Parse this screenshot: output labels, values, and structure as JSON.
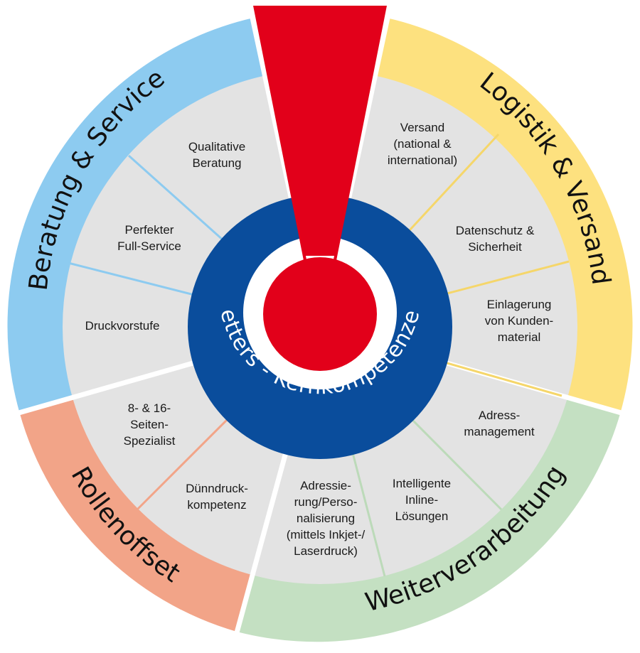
{
  "diagram": {
    "center_title": "Vetters - Kernkompetenzen",
    "colors": {
      "blue": "#8dcbf0",
      "yellow": "#fde17f",
      "green": "#c4e0c2",
      "salmon": "#f2a488",
      "grey": "#e3e3e3",
      "navy": "#0a4d9c",
      "red": "#e2001a"
    },
    "groups": [
      {
        "key": "beratung",
        "title": "Beratung & Service",
        "color": "#8dcbf0",
        "line": "#8dcbf0"
      },
      {
        "key": "logistik",
        "title": "Logistik & Versand",
        "color": "#fde17f",
        "line": "#f5d66a"
      },
      {
        "key": "weiterverarbeitung",
        "title": "Weiterverarbeitung",
        "color": "#c4e0c2",
        "line": "#bcdab9"
      },
      {
        "key": "rollenoffset",
        "title": "Rollenoffset",
        "color": "#f2a488",
        "line": "#f2a488"
      }
    ],
    "segments": [
      {
        "key": "qualitative",
        "group": "beratung",
        "lines": [
          "Qualitative",
          "Beratung"
        ]
      },
      {
        "key": "fullservice",
        "group": "beratung",
        "lines": [
          "Perfekter",
          "Full-Service"
        ]
      },
      {
        "key": "druckvorstufe",
        "group": "beratung",
        "lines": [
          "Druckvorstufe"
        ]
      },
      {
        "key": "versand",
        "group": "logistik",
        "lines": [
          "Versand",
          "(national &",
          "international)"
        ]
      },
      {
        "key": "datenschutz",
        "group": "logistik",
        "lines": [
          "Datenschutz &",
          "Sicherheit"
        ]
      },
      {
        "key": "einlagerung",
        "group": "logistik",
        "lines": [
          "Einlagerung",
          "von Kunden-",
          "material"
        ]
      },
      {
        "key": "adressmanagement",
        "group": "weiterverarbeitung",
        "lines": [
          "Adress-",
          "management"
        ]
      },
      {
        "key": "inline",
        "group": "weiterverarbeitung",
        "lines": [
          "Intelligente",
          "Inline-",
          "Lösungen"
        ]
      },
      {
        "key": "adressierung",
        "group": "weiterverarbeitung",
        "lines": [
          "Adressie-",
          "rung/Perso-",
          "nalisierung",
          "(mittels Inkjet-/",
          "Laserdruck)"
        ]
      },
      {
        "key": "duenndruck",
        "group": "rollenoffset",
        "lines": [
          "Dünndruck-",
          "kompetenz"
        ]
      },
      {
        "key": "seiten",
        "group": "rollenoffset",
        "lines": [
          "8- & 16-",
          "Seiten-",
          "Spezialist"
        ]
      }
    ]
  }
}
